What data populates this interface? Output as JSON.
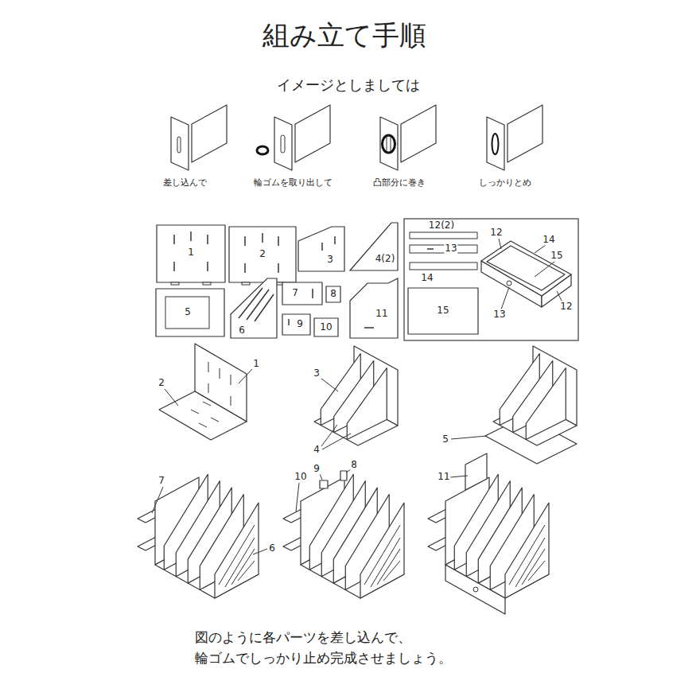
{
  "diagram": {
    "title": "組み立て手順",
    "caption": "図のように各パーツを差し込んで、 輪ゴムでしっかり止め完成させましょう。",
    "nodes": [
      {
        "text": [
          "1"
        ]
      },
      {
        "text": [
          "2"
        ]
      },
      {
        "text": [
          "3"
        ]
      },
      {
        "text": [
          "4(2)"
        ]
      },
      {
        "text": [
          "12(2)"
        ]
      },
      {
        "text": [
          "13"
        ]
      },
      {
        "text": [
          "14"
        ]
      },
      {
        "text": [
          "15"
        ]
      },
      {
        "text": [
          "5"
        ]
      },
      {
        "text": [
          "6"
        ]
      },
      {
        "text": [
          "7"
        ]
      },
      {
        "text": [
          "8"
        ]
      },
      {
        "text": [
          "9"
        ]
      },
      {
        "text": [
          "10"
        ]
      },
      {
        "text": [
          "11"
        ]
      }
    ],
    "labels": [
      "イメージとしましては",
      "差し込んで",
      "輪ゴムを取り出して",
      "凸部分に巻き",
      "しっかりとめ",
      "12",
      "14",
      "15",
      "13",
      "12",
      "2",
      "1",
      "3",
      "4",
      "5",
      "7",
      "6",
      "10",
      "9",
      "8",
      "11"
    ]
  }
}
